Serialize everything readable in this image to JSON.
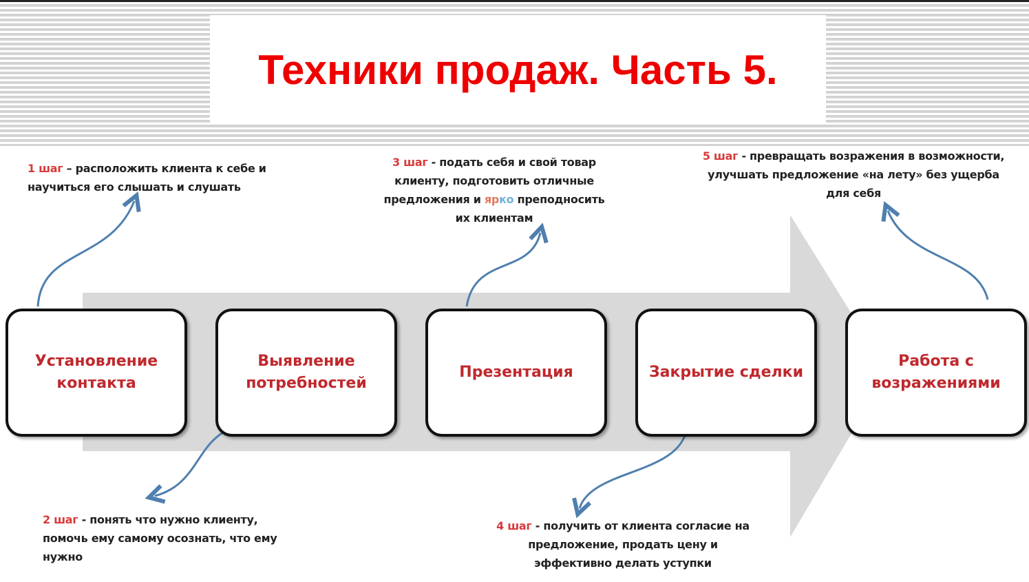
{
  "title": "Техники продаж. Часть 5.",
  "stages": [
    {
      "label": "Установление контакта"
    },
    {
      "label": "Выявление потребностей"
    },
    {
      "label": "Презентация"
    },
    {
      "label": "Закрытие сделки"
    },
    {
      "label": "Работа с возражениями"
    }
  ],
  "steps": [
    {
      "step": "1 шаг",
      "text": " – расположить клиента к себе и научиться его слышать и слушать"
    },
    {
      "step": "2 шаг",
      "text": " - понять что нужно клиенту, помочь ему самому осознать, что ему нужно"
    },
    {
      "step": "3 шаг",
      "text": " - подать себя и свой товар клиенту, подготовить отличные предложения и ",
      "highlight_a": "яр",
      "highlight_b": "ко",
      "text_end": " преподносить их клиентам"
    },
    {
      "step": "4 шаг",
      "text": " - получить от клиента согласие на предложение, продать цену и эффективно делать уступки"
    },
    {
      "step": "5 шаг",
      "text": " - превращать возражения в возможности, улучшать предложение «на лету» без ущерба для себя"
    }
  ],
  "colors": {
    "title": "#ee0000",
    "stage_text": "#c0282d",
    "step_label": "#d83a3a",
    "arrow": "#d9d9d9",
    "connector": "#4f7fae"
  }
}
